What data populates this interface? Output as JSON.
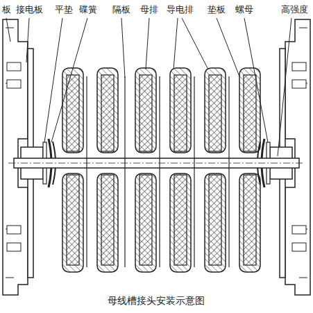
{
  "diagram": {
    "caption": "母线槽接头安装示意图",
    "labels": [
      "板",
      "接电板",
      "平垫",
      "碟簧",
      "隔板",
      "母排",
      "导电排",
      "垫板",
      "螺母",
      "高强度"
    ]
  }
}
